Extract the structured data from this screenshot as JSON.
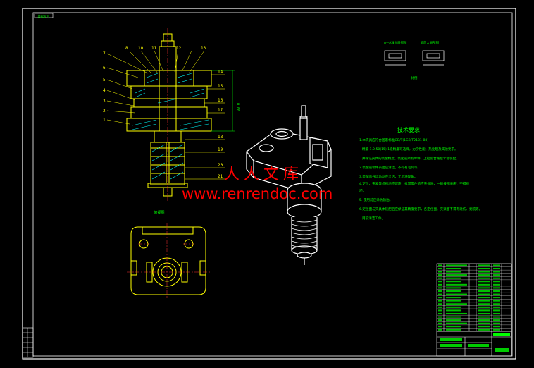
{
  "drawing": {
    "corner_tag": "装配图号",
    "callouts_left": [
      "7",
      "6",
      "5",
      "4",
      "3",
      "2",
      "1"
    ],
    "callouts_top": [
      "8",
      "10",
      "11",
      "12",
      "13"
    ],
    "callouts_right": [
      "14",
      "15",
      "16",
      "17",
      "18",
      "19",
      "20",
      "21"
    ],
    "dimension_vertical": "0.00",
    "section_label_a": "A—A放大局部图",
    "section_label_b": "B放大局部图",
    "scale_note": "比例",
    "plan_view_label": "俯视图"
  },
  "tech_requirements": {
    "title": "技术要求",
    "lines": [
      "1.本夹具应符合国家标准GB/T(1GB/T2131-88)",
      "精度 1.0:50(15) 1级精度可选择，力学性能、热处理及其他要求。",
      "   并保证夹具的装配精度，装配前所有零件，上检验合格后才能装配。",
      "2.装配前零件表面应清洁，不得有毛刺等。",
      "3.装配后各运动副应灵活，无卡滞现象。",
      "4.定位、夹紧等机构均应可靠，拆卸零件前应先拆除，一般按照顺序，不得损",
      "坏。",
      "5.  使用前应涂防锈油。",
      "6.定位面与夹具体装配后应保证其精度要求，各定位面、夹紧面不得有碰伤、划痕等。",
      "   用前清洁工件。"
    ]
  },
  "watermark": {
    "cn": "人人文库",
    "url": "www.renrendoc.com"
  },
  "parts_table": {
    "rows": 21
  },
  "colors": {
    "background": "#000000",
    "frame": "#ffffff",
    "linework": "#ffff00",
    "dimension": "#00ff00",
    "callout": "#ffff00",
    "centerline": "#ff3030",
    "watermark": "#ff0000",
    "table_text": "#00ff00",
    "hatch": "#00ffff"
  }
}
